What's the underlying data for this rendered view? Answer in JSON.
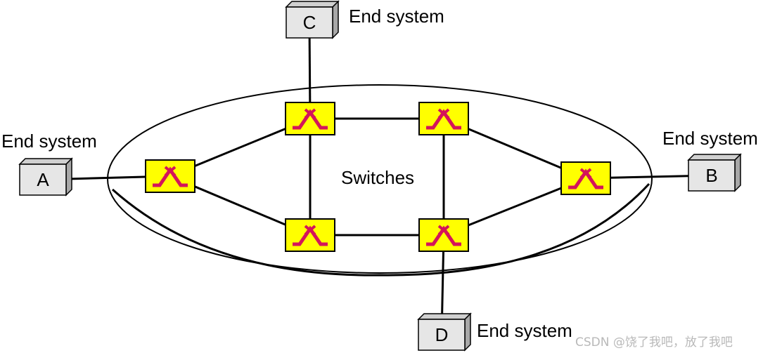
{
  "diagram": {
    "center_label": "Switches",
    "end_systems": [
      {
        "id": "A",
        "letter": "A",
        "caption": "End system"
      },
      {
        "id": "B",
        "letter": "B",
        "caption": "End system"
      },
      {
        "id": "C",
        "letter": "C",
        "caption": "End system"
      },
      {
        "id": "D",
        "letter": "D",
        "caption": "End system"
      }
    ],
    "switches": [
      {
        "id": "s1"
      },
      {
        "id": "s2"
      },
      {
        "id": "s3"
      },
      {
        "id": "s4"
      },
      {
        "id": "s5"
      },
      {
        "id": "s6"
      }
    ],
    "links": [
      [
        "A",
        "s1"
      ],
      [
        "s1",
        "s2"
      ],
      [
        "s1",
        "s3"
      ],
      [
        "s2",
        "s3"
      ],
      [
        "s2",
        "s4"
      ],
      [
        "s3",
        "s5"
      ],
      [
        "s4",
        "s5"
      ],
      [
        "s4",
        "s6"
      ],
      [
        "s5",
        "s6"
      ],
      [
        "s6",
        "B"
      ],
      [
        "C",
        "s2"
      ],
      [
        "s5",
        "D"
      ]
    ],
    "colors": {
      "switch_fill": "#ffff00",
      "switch_symbol": "#d4145a",
      "end_system_fill": "#e6e6e6",
      "line": "#000000"
    }
  },
  "watermark": "CSDN @饶了我吧，放了我吧"
}
